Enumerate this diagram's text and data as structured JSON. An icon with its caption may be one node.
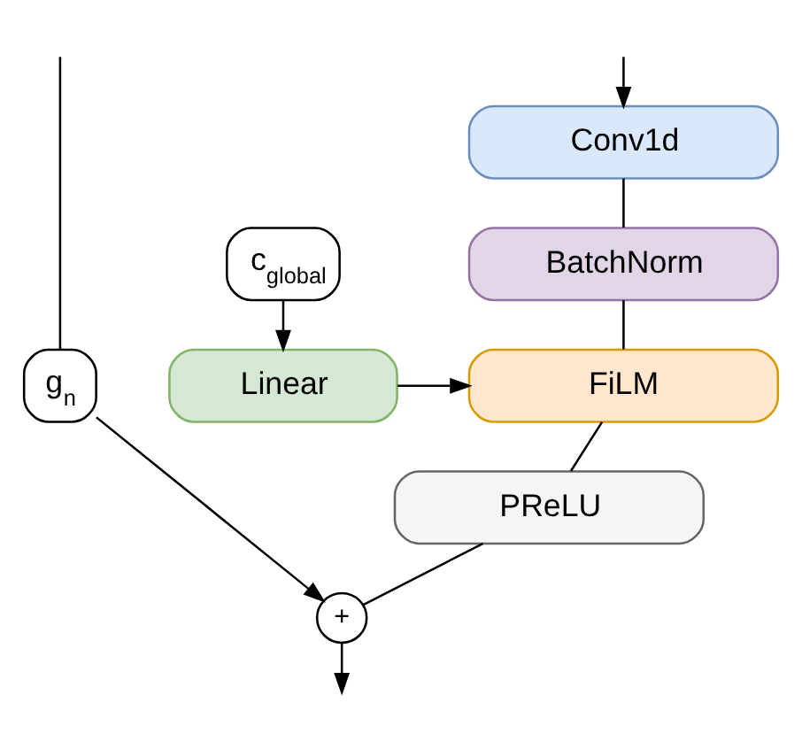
{
  "diagram": {
    "nodes": [
      {
        "text": [
          "Conv1d"
        ]
      },
      {
        "text": [
          "BatchNorm"
        ]
      },
      {
        "text": [
          "FiLM"
        ]
      },
      {
        "text": [
          "PReLU"
        ]
      },
      {
        "text": [
          "c$_{global}$"
        ]
      },
      {
        "text": [
          "Linear"
        ]
      },
      {
        "text": [
          "+"
        ]
      },
      {
        "text": [
          "g$_{n}$"
        ]
      }
    ],
    "edges": [
      {
        "from": null,
        "to": 0,
        "arrow": "to"
      },
      {
        "from": 0,
        "to": 1,
        "arrow": "none"
      },
      {
        "from": 1,
        "to": 2,
        "arrow": "none"
      },
      {
        "from": 2,
        "to": 3,
        "arrow": "none"
      },
      {
        "from": 3,
        "to": 6,
        "arrow": "none"
      },
      {
        "from": 4,
        "to": 5,
        "arrow": "to"
      },
      {
        "from": 5,
        "to": 2,
        "arrow": "to"
      },
      {
        "from": null,
        "to": 7,
        "arrow": "none"
      },
      {
        "from": 7,
        "to": 6,
        "arrow": "to"
      },
      {
        "from": 6,
        "to": null,
        "arrow": "to"
      }
    ]
  }
}
